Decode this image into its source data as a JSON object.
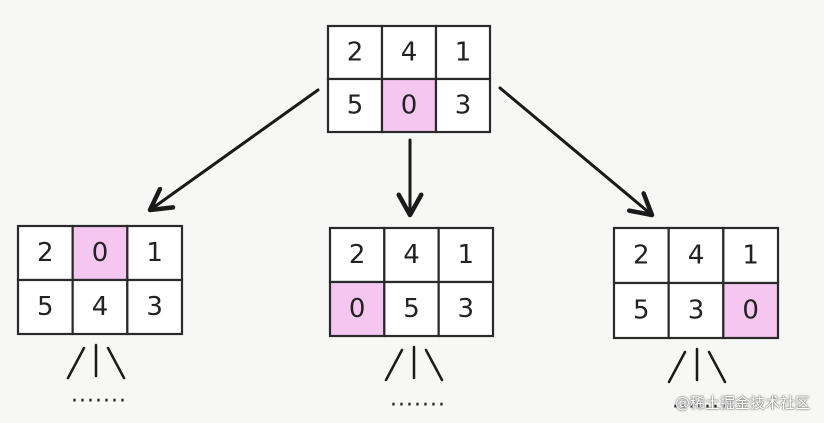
{
  "colors": {
    "blank": "#f5c6ef",
    "cell": "#ffffff",
    "border": "#2a2a2a",
    "arrow": "#1a1a1a"
  },
  "boards": [
    {
      "id": "root",
      "cells": [
        "2",
        "4",
        "1",
        "5",
        "0",
        "3"
      ],
      "blank_index": 4
    },
    {
      "id": "child-1",
      "cells": [
        "2",
        "0",
        "1",
        "5",
        "4",
        "3"
      ],
      "blank_index": 1
    },
    {
      "id": "child-2",
      "cells": [
        "2",
        "4",
        "1",
        "0",
        "5",
        "3"
      ],
      "blank_index": 3
    },
    {
      "id": "child-3",
      "cells": [
        "2",
        "4",
        "1",
        "5",
        "3",
        "0"
      ],
      "blank_index": 5
    }
  ],
  "continuation": "·······",
  "watermark": "@稀土掘金技术社区"
}
